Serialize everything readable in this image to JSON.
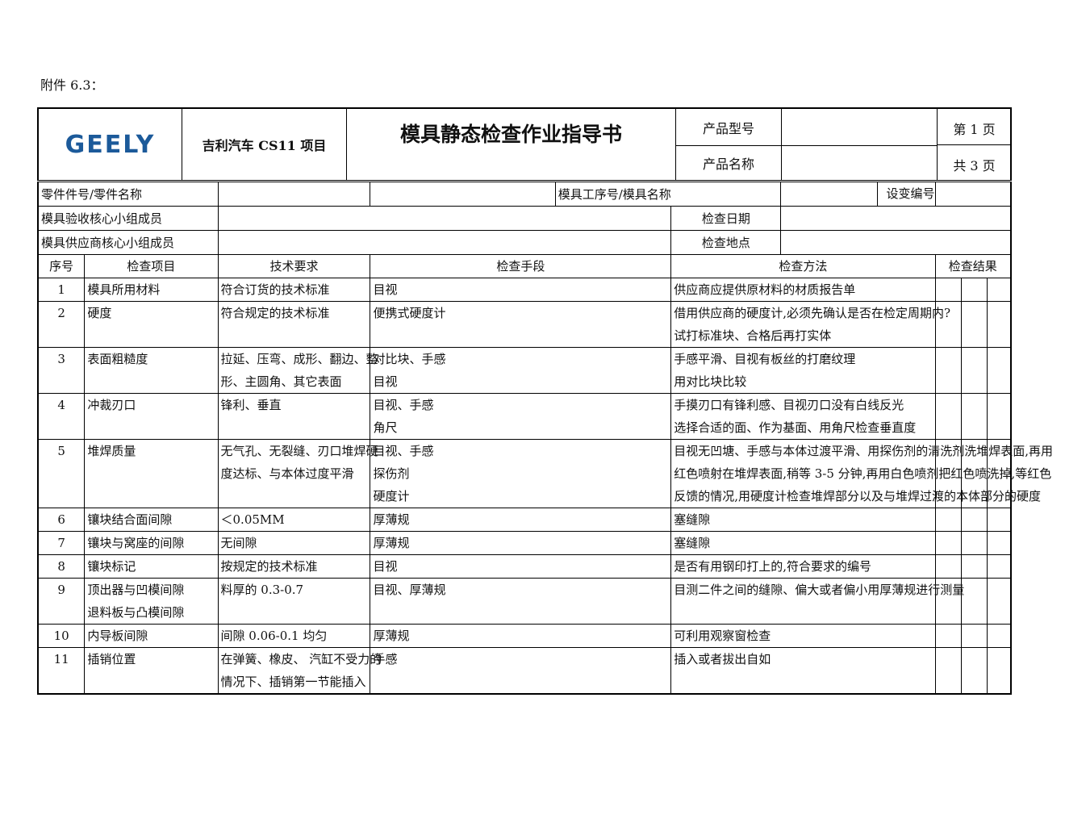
{
  "attachment_label": "附件 6.3：",
  "header": {
    "logo_text": "GEELY",
    "project": "吉利汽车 CS11 项目",
    "title": "模具静态检查作业指导书",
    "product_model_label": "产品型号",
    "product_name_label": "产品名称",
    "page_current": "第 1 页",
    "page_total": "共 3 页"
  },
  "info": {
    "part_label": "零件件号/零件名称",
    "die_label": "模具工序号/模具名称",
    "change_label": "设变编号",
    "acceptance_label": "模具验收核心小组成员",
    "check_date_label": "检查日期",
    "supplier_label": "模具供应商核心小组成员",
    "check_place_label": "检查地点"
  },
  "columns": {
    "seq": "序号",
    "item": "检查项目",
    "req": "技术要求",
    "tool": "检查手段",
    "method": "检查方法",
    "result": "检查结果"
  },
  "rows": [
    {
      "seq": "1",
      "item": [
        "模具所用材料"
      ],
      "req": [
        "符合订货的技术标准"
      ],
      "tool": [
        "目视"
      ],
      "method": [
        "供应商应提供原材料的材质报告单"
      ]
    },
    {
      "seq": "2",
      "item": [
        "硬度"
      ],
      "req": [
        "符合规定的技术标准"
      ],
      "tool": [
        "便携式硬度计"
      ],
      "method": [
        "借用供应商的硬度计,必须先确认是否在检定周期内?",
        "试打标准块、合格后再打实体"
      ]
    },
    {
      "seq": "3",
      "item": [
        "表面粗糙度"
      ],
      "req": [
        "拉延、压弯、成形、翻边、整",
        "形、主圆角、其它表面"
      ],
      "tool": [
        "对比块、手感",
        "目视"
      ],
      "method": [
        "手感平滑、目视有板丝的打磨纹理",
        "用对比块比较"
      ]
    },
    {
      "seq": "4",
      "item": [
        "冲裁刃口"
      ],
      "req": [
        "锋利、垂直"
      ],
      "tool": [
        "目视、手感",
        "角尺"
      ],
      "method": [
        "手摸刃口有锋利感、目视刃口没有白线反光",
        "选择合适的面、作为基面、用角尺检查垂直度"
      ]
    },
    {
      "seq": "5",
      "item": [
        "堆焊质量"
      ],
      "req": [
        "无气孔、无裂缝、刃口堆焊硬",
        "度达标、与本体过度平滑"
      ],
      "tool": [
        "目视、手感",
        "探伤剂",
        "硬度计"
      ],
      "method": [
        "目视无凹塘、手感与本体过渡平滑、用探伤剂的清洗剂洗堆焊表面,再用",
        "红色喷射在堆焊表面,稍等 3-5 分钟,再用白色喷剂把红色喷洗掉,等红色",
        "反馈的情况,用硬度计检查堆焊部分以及与堆焊过渡的本体部分的硬度"
      ]
    },
    {
      "seq": "6",
      "item": [
        "镶块结合面间隙"
      ],
      "req": [
        "＜0.05MM"
      ],
      "tool": [
        "厚薄规"
      ],
      "method": [
        "塞缝隙"
      ]
    },
    {
      "seq": "7",
      "item": [
        "镶块与窝座的间隙"
      ],
      "req": [
        "无间隙"
      ],
      "tool": [
        "厚薄规"
      ],
      "method": [
        "塞缝隙"
      ]
    },
    {
      "seq": "8",
      "item": [
        "镶块标记"
      ],
      "req": [
        "按规定的技术标准"
      ],
      "tool": [
        "目视"
      ],
      "method": [
        "是否有用钢印打上的,符合要求的编号"
      ]
    },
    {
      "seq": "9",
      "item": [
        "顶出器与凹模间隙",
        "退料板与凸模间隙"
      ],
      "req": [
        "料厚的 0.3-0.7"
      ],
      "tool": [
        "目视、厚薄规"
      ],
      "method": [
        "目测二件之间的缝隙、偏大或者偏小用厚薄规进行测量"
      ]
    },
    {
      "seq": "10",
      "item": [
        "内导板间隙"
      ],
      "req": [
        "间隙 0.06-0.1 均匀"
      ],
      "tool": [
        "厚薄规"
      ],
      "method": [
        "可利用观察窗检查"
      ]
    },
    {
      "seq": "11",
      "item": [
        "插销位置"
      ],
      "req": [
        "在弹簧、橡皮、 汽缸不受力的",
        "情况下、插销第一节能插入"
      ],
      "tool": [
        "手感"
      ],
      "method": [
        "插入或者拔出自如"
      ]
    }
  ]
}
